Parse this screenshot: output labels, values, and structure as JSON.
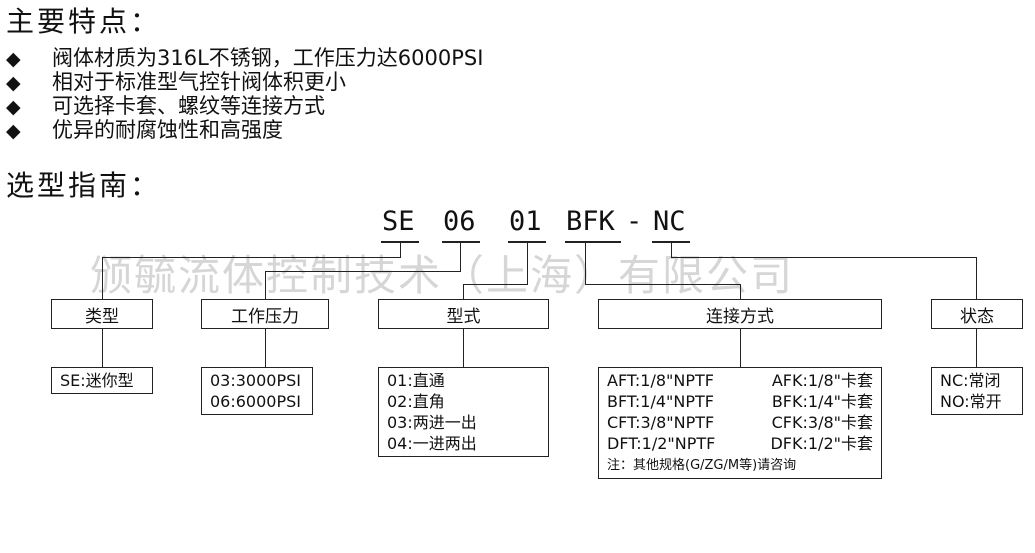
{
  "features": {
    "title": "主要特点：",
    "items": [
      "阀体材质为316L不锈钢，工作压力达6000PSI",
      "相对于标准型气控针阀体积更小",
      "可选择卡套、螺纹等连接方式",
      "优异的耐腐蚀性和高强度"
    ]
  },
  "guide": {
    "title": "选型指南：",
    "code": {
      "p1": "SE",
      "p2": "06",
      "p3": "01",
      "p4": "BFK",
      "dash": "-",
      "p5": "NC"
    },
    "watermark": "颁毓流体控制技术（上海）有限公司",
    "categories": {
      "type": "类型",
      "pressure": "工作压力",
      "style": "型式",
      "connection": "连接方式",
      "state": "状态"
    },
    "options": {
      "type": [
        "SE:迷你型"
      ],
      "pressure": [
        "03:3000PSI",
        "06:6000PSI"
      ],
      "style": [
        "01:直通",
        "02:直角",
        "03:两进一出",
        "04:一进两出"
      ],
      "connection": [
        [
          "AFT:1/8\"NPTF",
          "AFK:1/8\"卡套"
        ],
        [
          "BFT:1/4\"NPTF",
          "BFK:1/4\"卡套"
        ],
        [
          "CFT:3/8\"NPTF",
          "CFK:3/8\"卡套"
        ],
        [
          "DFT:1/2\"NPTF",
          "DFK:1/2\"卡套"
        ]
      ],
      "connection_note": "注：其他规格(G/ZG/M等)请咨询",
      "state": [
        "NC:常闭",
        "NO:常开"
      ]
    }
  }
}
